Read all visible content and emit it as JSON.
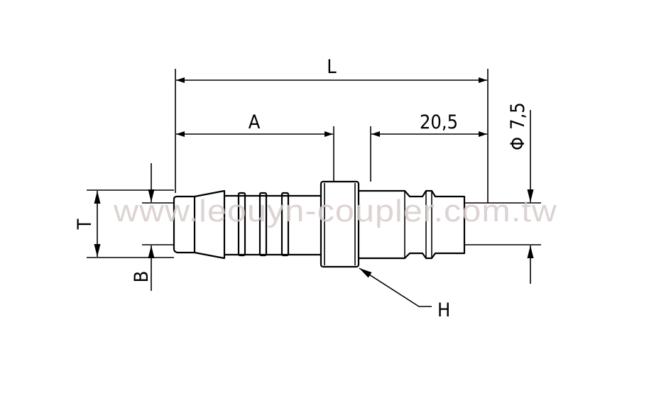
{
  "drawing": {
    "dimensions": {
      "overall_length": "L",
      "length_a": "A",
      "nose_length": "20,5",
      "diameter_symbol": "Φ",
      "diameter": "7,5",
      "thickness": "T",
      "bore": "B",
      "hex": "H"
    },
    "watermark": "www.leouyn-coupler.com.tw"
  }
}
